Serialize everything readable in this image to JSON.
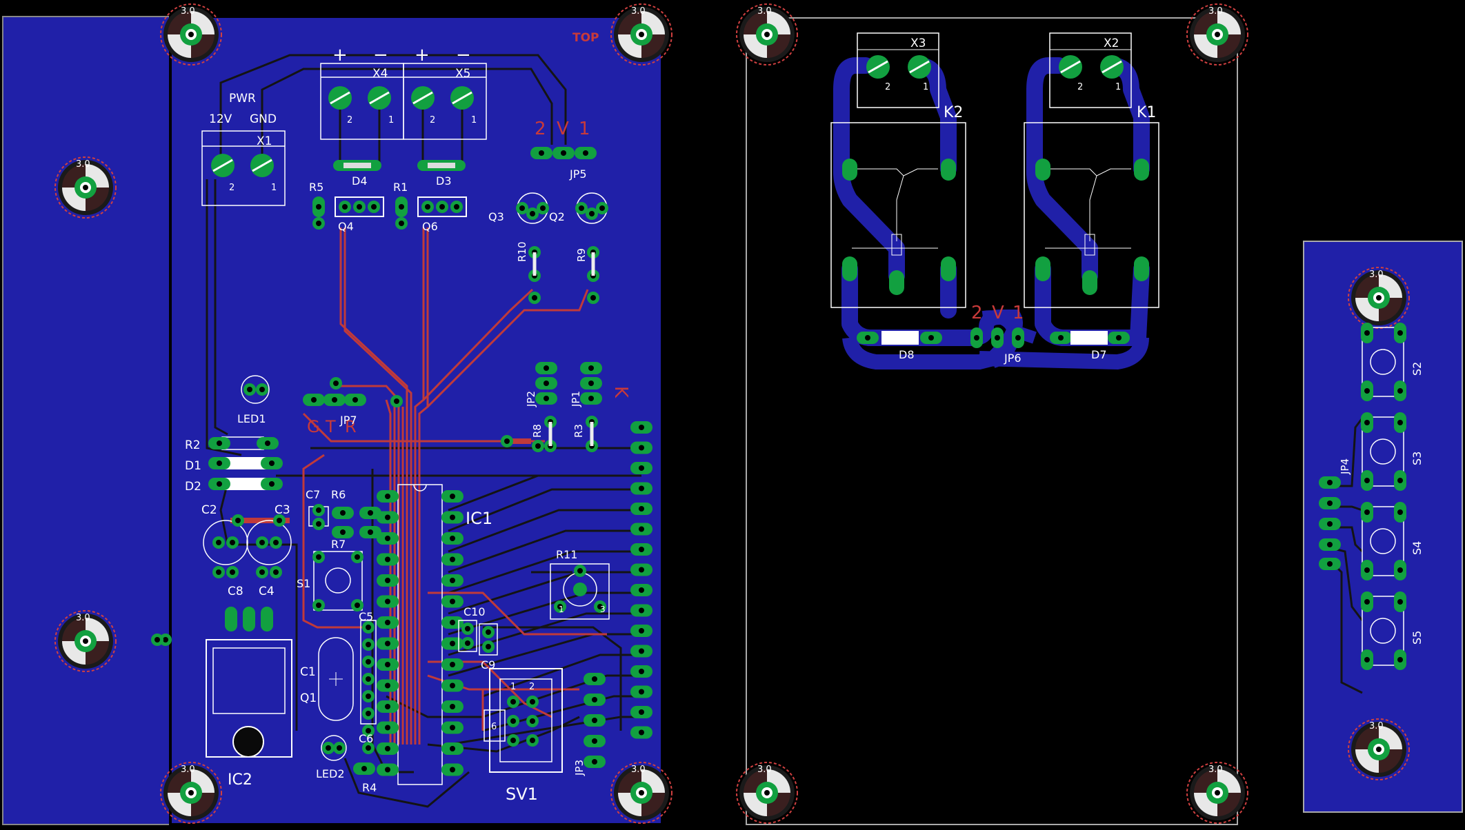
{
  "colors": {
    "background": "#000000",
    "copper_fill": "#2020a8",
    "copper_trace": "#141414",
    "top_trace": "#c03a3a",
    "pad": "#12a040",
    "silk": "#ffffff",
    "outline": "#8a8a8a",
    "hole_ring": "#d04040",
    "label_red": "#c83a3a"
  },
  "board_main": {
    "top_label": "TOP",
    "pwr_title": "PWR",
    "pwr_12v": "12V",
    "pwr_gnd": "GND",
    "polarity_signs": [
      "+",
      "−",
      "+",
      "−"
    ],
    "holes": [
      "3.0",
      "3.0",
      "3.0",
      "3.0",
      "3.0",
      "3.0"
    ],
    "labels": {
      "X1": "X1",
      "X4": "X4",
      "X5": "X5",
      "D3": "D3",
      "D4": "D4",
      "R1": "R1",
      "R5": "R5",
      "Q3": "Q3",
      "Q2": "Q2",
      "Q4": "Q4",
      "Q6": "Q6",
      "R10": "R10",
      "R9": "R9",
      "JP5": "JP5",
      "JP7": "JP7",
      "JP2": "JP2",
      "JP1": "JP1",
      "JP3": "JP3",
      "R8": "R8",
      "R3": "R3",
      "LED1": "LED1",
      "LED2": "LED2",
      "R2": "R2",
      "D1": "D1",
      "D2": "D2",
      "C2": "C2",
      "C3": "C3",
      "C8": "C8",
      "C4": "C4",
      "C7": "C7",
      "R6": "R6",
      "R7": "R7",
      "S1": "S1",
      "IC1": "IC1",
      "R11": "R11",
      "C10": "C10",
      "C9": "C9",
      "C5": "C5",
      "C1": "C1",
      "Q1": "Q1",
      "C6": "C6",
      "R4": "R4",
      "IC2": "IC2",
      "SV1": "SV1"
    },
    "pin_numbers": {
      "one": "1",
      "two": "2",
      "three": "3",
      "six": "6"
    },
    "jp5_pins": [
      "2",
      "V",
      "1"
    ],
    "jp7_pins": [
      "G",
      "T",
      "R"
    ],
    "k_mark": "K"
  },
  "board_relay": {
    "holes": [
      "3.0",
      "3.0",
      "3.0",
      "3.0"
    ],
    "labels": {
      "X3": "X3",
      "X2": "X2",
      "K2": "K2",
      "K1": "K1",
      "D8": "D8",
      "D7": "D7",
      "JP6": "JP6"
    },
    "jp6_pins": [
      "2",
      "V",
      "1"
    ]
  },
  "board_buttons": {
    "holes": [
      "3.0",
      "3.0"
    ],
    "labels": {
      "S2": "S2",
      "S3": "S3",
      "S4": "S4",
      "S5": "S5",
      "JP4": "JP4"
    }
  }
}
